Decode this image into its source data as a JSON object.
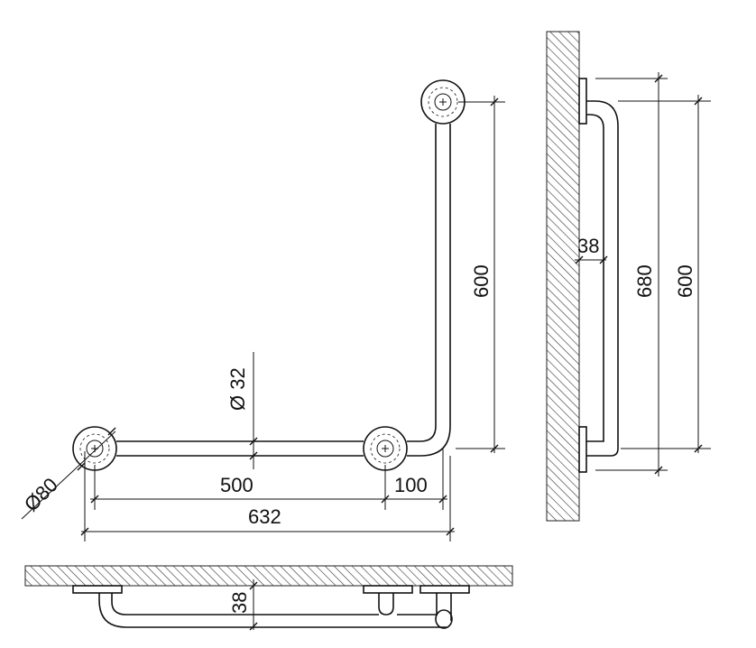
{
  "dimensions": {
    "front_horizontal_long": "500",
    "front_horizontal_offset": "100",
    "front_overall_width": "632",
    "front_vertical": "600",
    "tube_diameter": "Ø 32",
    "rosette_diameter": "Ø80",
    "side_projection": "38",
    "side_overall_height": "680",
    "side_height": "600",
    "top_projection": "38"
  }
}
